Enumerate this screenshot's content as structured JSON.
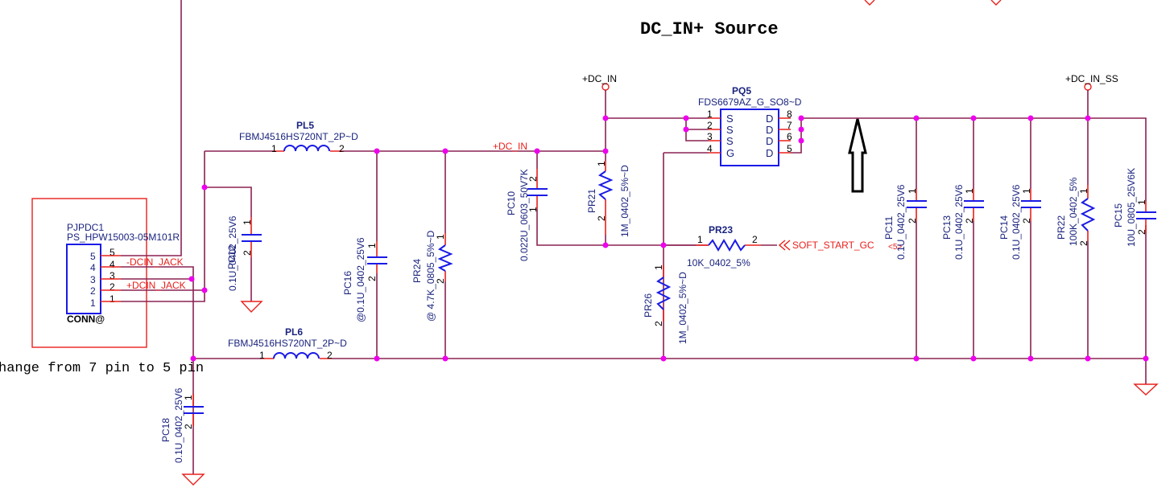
{
  "title": "DC_IN+ Source",
  "note": "hange from 7 pin to 5 pin",
  "colors": {
    "wire": "#8b2252",
    "pin": "#e8201c",
    "part": "#1a1ae6",
    "junction": "#ee00ee",
    "net_label": "#e8201c",
    "ref_text": "#1a237e"
  },
  "nets": {
    "dc_in_top": "+DC_IN",
    "dc_in_wire": "+DC_IN",
    "dc_in_ss": "+DC_IN_SS",
    "soft_start": "SOFT_START_GC",
    "neg_jack": "-DCIN_JACK",
    "pos_jack": "+DCIN_JACK",
    "page_ref": "<5>"
  },
  "connector": {
    "ref": "PJPDC1",
    "part": "PS_HPW15003-05M101R",
    "footer": "CONN@",
    "pins_inside": [
      "5",
      "4",
      "3",
      "2",
      "1"
    ],
    "pins_outside": [
      "5",
      "4",
      "3",
      "2",
      "1"
    ]
  },
  "inductors": [
    {
      "ref": "PL5",
      "part": "FBMJ4516HS720NT_2P~D",
      "pin1": "1",
      "pin2": "2"
    },
    {
      "ref": "PL6",
      "part": "FBMJ4516HS720NT_2P~D",
      "pin1": "1",
      "pin2": "2"
    }
  ],
  "mosfet": {
    "ref": "PQ5",
    "part": "FDS6679AZ_G_SO8~D",
    "left_pins": [
      {
        "num": "1",
        "name": "S"
      },
      {
        "num": "2",
        "name": "S"
      },
      {
        "num": "3",
        "name": "S"
      },
      {
        "num": "4",
        "name": "G"
      }
    ],
    "right_pins": [
      {
        "num": "8",
        "name": "D"
      },
      {
        "num": "7",
        "name": "D"
      },
      {
        "num": "6",
        "name": "D"
      },
      {
        "num": "5",
        "name": "D"
      }
    ]
  },
  "components": {
    "PC12": {
      "ref": "PC12",
      "value": "0.1U_0402_25V6",
      "p1": "1",
      "p2": "2"
    },
    "PC16": {
      "ref": "PC16",
      "value": "@0.1U_0402_25V6",
      "p1": "1",
      "p2": "2"
    },
    "PR24": {
      "ref": "PR24",
      "value": "@  4.7K_0805_5%~D",
      "p1": "1",
      "p2": "2"
    },
    "PC10": {
      "ref": "PC10",
      "value": "0.022U_0603_50V7K",
      "p1": "1",
      "p2": "2"
    },
    "PR21": {
      "ref": "PR21",
      "value": "1M_0402_5%~D",
      "p1": "1",
      "p2": "2"
    },
    "PR23": {
      "ref": "PR23",
      "value": "10K_0402_5%",
      "p1": "1",
      "p2": "2"
    },
    "PR26": {
      "ref": "PR26",
      "value": "1M_0402_5%~D",
      "p1": "1",
      "p2": "2"
    },
    "PC11": {
      "ref": "PC11",
      "value": "0.1U_0402_25V6",
      "p1": "1",
      "p2": "2"
    },
    "PC13": {
      "ref": "PC13",
      "value": "0.1U_0402_25V6",
      "p1": "1",
      "p2": "2"
    },
    "PC14": {
      "ref": "PC14",
      "value": "0.1U_0402_25V6",
      "p1": "1",
      "p2": "2"
    },
    "PR22": {
      "ref": "PR22",
      "value": "100K_0402_5%",
      "p1": "1",
      "p2": "2"
    },
    "PC15": {
      "ref": "PC15",
      "value": "10U_0805_25V6K",
      "p1": "1",
      "p2": "2"
    },
    "PC18": {
      "ref": "PC18",
      "value": "0.1U_0402_25V6",
      "p1": "1",
      "p2": "2"
    }
  }
}
